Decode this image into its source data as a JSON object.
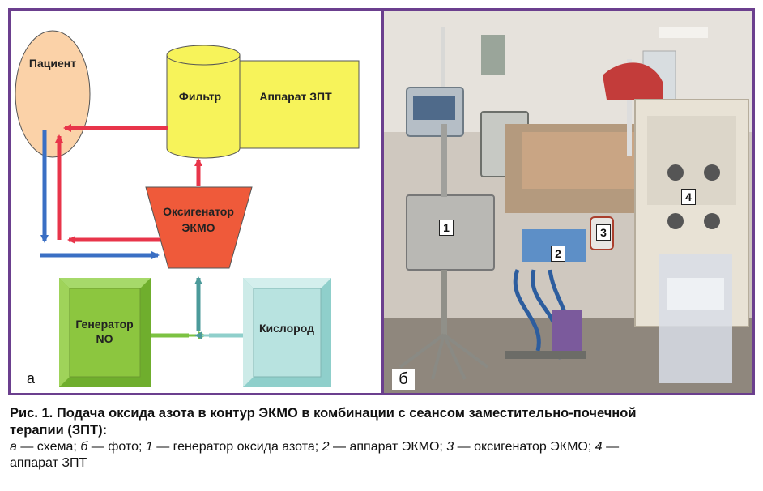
{
  "scheme": {
    "patient": "Пациент",
    "filter": "Фильтр",
    "crrt_machine": "Аппарат ЗПТ",
    "oxygenator_line1": "Оксигенатор",
    "oxygenator_line2": "ЭКМО",
    "generator_line1": "Генератор",
    "generator_line2": "NO",
    "oxygen": "Кислород",
    "panel_letter": "а",
    "colors": {
      "frame": "#6b3f8e",
      "patient_fill": "#fbd2a8",
      "filter_fill": "#f7f35a",
      "oxygenator_fill": "#ef5a3a",
      "generator_fill": "#8cc63f",
      "oxygen_fill": "#b8e3e0",
      "red_arrow": "#e8354a",
      "blue_arrow": "#3a6fc4",
      "teal_arrow": "#4b9a9a",
      "green_arrow": "#7cc242"
    }
  },
  "photo": {
    "panel_letter": "б",
    "label_1": "1",
    "label_2": "2",
    "label_3": "3",
    "label_4": "4"
  },
  "caption": {
    "title_line1": "Рис. 1. Подача оксида азота в контур ЭКМО в комбинации с сеансом заместительно-почечной",
    "title_line2": "терапии (ЗПТ):",
    "item_a_letter": "а",
    "item_a_text": " — схема; ",
    "item_b_letter": "б",
    "item_b_text": " — фото; ",
    "item_1_num": "1",
    "item_1_text": " — генератор оксида азота; ",
    "item_2_num": "2",
    "item_2_text": " — аппарат ЭКМО; ",
    "item_3_num": "3",
    "item_3_text": " — оксигенатор ЭКМО; ",
    "item_4_num": "4",
    "item_4_text_line1": " —",
    "item_4_text_line2": "аппарат ЗПТ"
  }
}
